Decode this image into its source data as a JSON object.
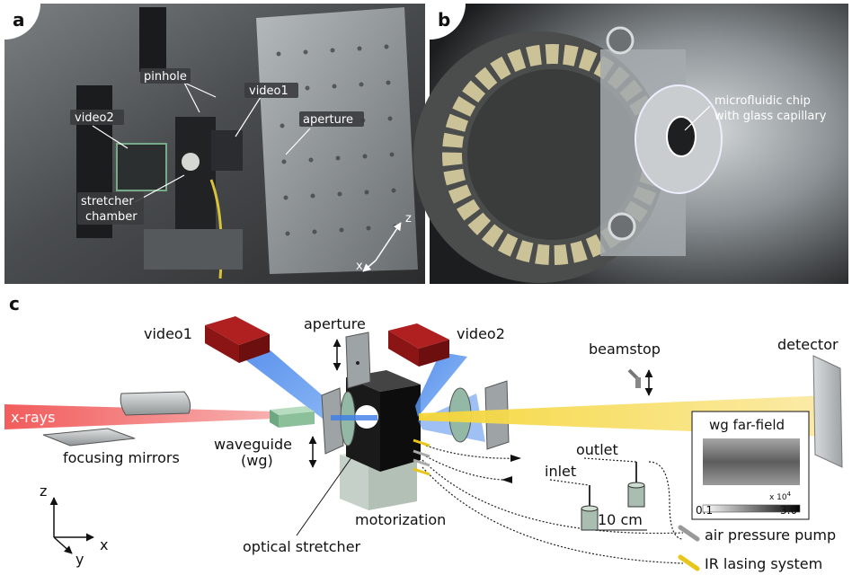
{
  "panels": {
    "a": {
      "letter": "a",
      "labels": {
        "pinhole": "pinhole",
        "video1": "video1",
        "video2": "video2",
        "aperture": "aperture",
        "stretcher_line1": "stretcher",
        "stretcher_line2": "chamber",
        "axis_z": "z",
        "axis_x": "x"
      }
    },
    "b": {
      "letter": "b",
      "labels": {
        "chip_line1": "microfluidic chip",
        "chip_line2": "with glass capillary"
      }
    },
    "c": {
      "letter": "c",
      "labels": {
        "video1": "video1",
        "aperture": "aperture",
        "video2": "video2",
        "beamstop": "beamstop",
        "detector": "detector",
        "xrays": "x-rays",
        "focusing_mirrors": "focusing mirrors",
        "waveguide_line1": "waveguide",
        "waveguide_line2": "(wg)",
        "outlet": "outlet",
        "inlet": "inlet",
        "motorization": "motorization",
        "scale": "10 cm",
        "optical_stretcher": "optical stretcher",
        "air_pump": "air pressure pump",
        "ir_laser": "IR lasing system",
        "axis_z": "z",
        "axis_y": "y",
        "axis_x": "x"
      },
      "inset": {
        "title": "wg far-field",
        "cbar_min": "0.1",
        "cbar_max": "3.0",
        "cbar_scale": "x 10",
        "cbar_exp": "4"
      }
    }
  },
  "colors": {
    "xray_beam": "#f04a4a",
    "scatter_beam": "#f5d533",
    "camera_light": "#3b7de8",
    "camera_body": "#8b1414",
    "waveguide": "#8cc09a",
    "ir_cable": "#e8c619"
  }
}
